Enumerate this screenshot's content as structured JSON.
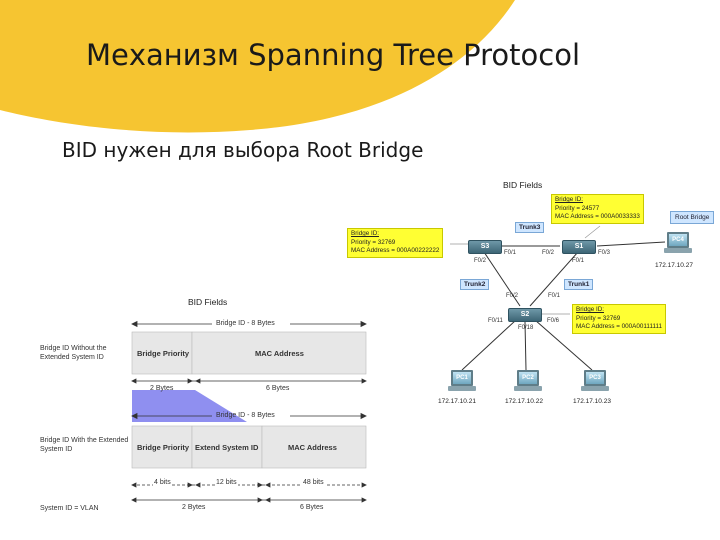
{
  "title": "Механизм Spanning Tree Protocol",
  "subtitle": "BID нужен для выбора Root Bridge",
  "colors": {
    "accent_yellow": "#f6c531",
    "note_yellow": "#ffff33",
    "trunk_blue": "#cfe6ff",
    "switch": "#4f7888",
    "bid_shade": "#8f8ff0"
  },
  "bid_diagram": {
    "title": "BID Fields",
    "row1_label": "Bridge ID Without the Extended System ID",
    "row1_span": "Bridge ID - 8 Bytes",
    "row1_cells": [
      "Bridge Priority",
      "MAC Address"
    ],
    "row1_sizes": [
      "2 Bytes",
      "6 Bytes"
    ],
    "row2_span": "Bridge ID - 8 Bytes",
    "row2_label": "Bridge ID With the Extended System ID",
    "row2_cells": [
      "Bridge Priority",
      "Extend System ID",
      "MAC Address"
    ],
    "row2_bits": [
      "4 bits",
      "12 bits",
      "48 bits"
    ],
    "row3_label": "System ID = VLAN",
    "row3_sizes": [
      "2 Bytes",
      "6 Bytes"
    ]
  },
  "network": {
    "title": "BID Fields",
    "s1_box": {
      "hd": "Bridge ID:",
      "priority": "Priority = 24577",
      "mac": "MAC Address = 000A0033333"
    },
    "s3_box": {
      "hd": "Bridge ID:",
      "priority": "Priority = 32769",
      "mac": "MAC Address = 000A00222222"
    },
    "s2_box": {
      "hd": "Bridge ID:",
      "priority": "Priority = 32769",
      "mac": "MAC Address = 000A00111111"
    },
    "root_label": "Root Bridge",
    "trunks": [
      "Trunk3",
      "Trunk2",
      "Trunk1"
    ],
    "switches": [
      "S3",
      "S1",
      "S2"
    ],
    "pcs": [
      {
        "name": "PC4",
        "ip": "172.17.10.27"
      },
      {
        "name": "PC1",
        "ip": "172.17.10.21"
      },
      {
        "name": "PC2",
        "ip": "172.17.10.22"
      },
      {
        "name": "PC3",
        "ip": "172.17.10.23"
      }
    ],
    "ports": {
      "s3_fa01": "F0/1",
      "s3_fa02": "F0/2",
      "s1_fa02": "F0/2",
      "s1_fa03": "F0/3",
      "s1_fa01": "F0/1",
      "s2_fa02": "F0/2",
      "s2_fa01": "F0/1",
      "s2_fa11": "F0/11",
      "s2_fa18": "F0/18",
      "s2_fa06": "F0/6"
    }
  }
}
